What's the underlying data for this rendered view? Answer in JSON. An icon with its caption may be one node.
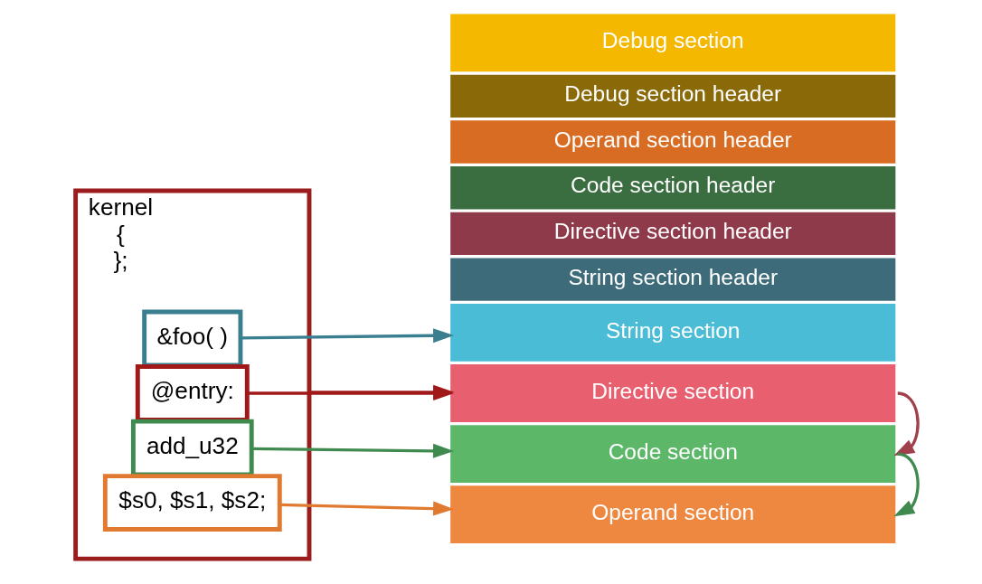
{
  "diagram": {
    "nodes": [
      {
        "text": [
          "kernel",
          "{",
          "};"
        ]
      },
      {
        "text": [
          "&foo( )"
        ],
        "in": 0
      },
      {
        "text": [
          "@entry:"
        ],
        "in": 0
      },
      {
        "text": [
          "add_u32"
        ],
        "in": 0
      },
      {
        "text": [
          "$s0, $s1, $s2;"
        ],
        "in": 0
      },
      {
        "text": [
          "String section header"
        ]
      },
      {
        "text": [
          "String section"
        ]
      },
      {
        "text": [
          "Directive section header"
        ]
      },
      {
        "text": [
          "Directive section"
        ]
      },
      {
        "text": [
          "Code section header"
        ]
      },
      {
        "text": [
          "Code section"
        ]
      },
      {
        "text": [
          "Operand section header"
        ]
      },
      {
        "text": [
          "Operand section"
        ]
      },
      {
        "text": [
          "Debug section header"
        ]
      },
      {
        "text": [
          "Debug section"
        ]
      }
    ],
    "edges": [
      {
        "from": 1,
        "to": 6,
        "arrow": "to",
        "color": "#3a7f8f"
      },
      {
        "from": 2,
        "to": 8,
        "arrow": "to",
        "color": "#a01818"
      },
      {
        "from": 0,
        "to": 8,
        "arrow": "to",
        "color": "#a01818"
      },
      {
        "from": 3,
        "to": 10,
        "arrow": "to",
        "color": "#3f8a4f"
      },
      {
        "from": 4,
        "to": 12,
        "arrow": "to",
        "color": "#e07a30"
      },
      {
        "from": 8,
        "to": 10,
        "arrow": "to",
        "color": "#a0404a"
      },
      {
        "from": 10,
        "to": 12,
        "arrow": "to",
        "color": "#3f8a4f"
      }
    ]
  }
}
